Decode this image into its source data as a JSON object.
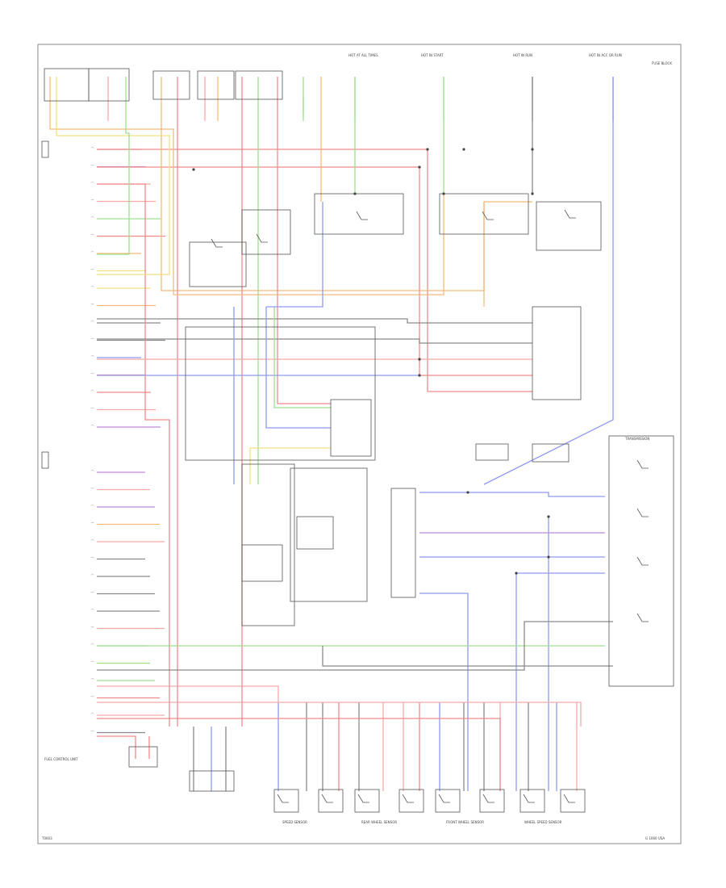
{
  "colors": {
    "red": "#f08a8a",
    "pink": "#f4a9a9",
    "orange": "#f5b97a",
    "yellow": "#f0e080",
    "green": "#9ee08f",
    "blue": "#8f9af0",
    "purple": "#c08ad8",
    "gray": "#8a8a8a",
    "black": "#555555"
  },
  "labels": {
    "top_fuses": [
      "HOT AT ALL TIMES",
      "HOT IN START",
      "HOT IN RUN",
      "HOT IN ACC OR RUN"
    ],
    "bottom_sensors": [
      "SPEED SENSOR",
      "REAR WHEEL SENSOR",
      "FRONT WHEEL SENSOR",
      "WHEEL SPEED SENSOR"
    ],
    "bottom_left": "FUEL CONTROL UNIT",
    "right_block": "TRANSMISSION",
    "corner_tr": "FUSE BLOCK",
    "corner_br": "G 1060 USA",
    "corner_bl": "T0003"
  }
}
